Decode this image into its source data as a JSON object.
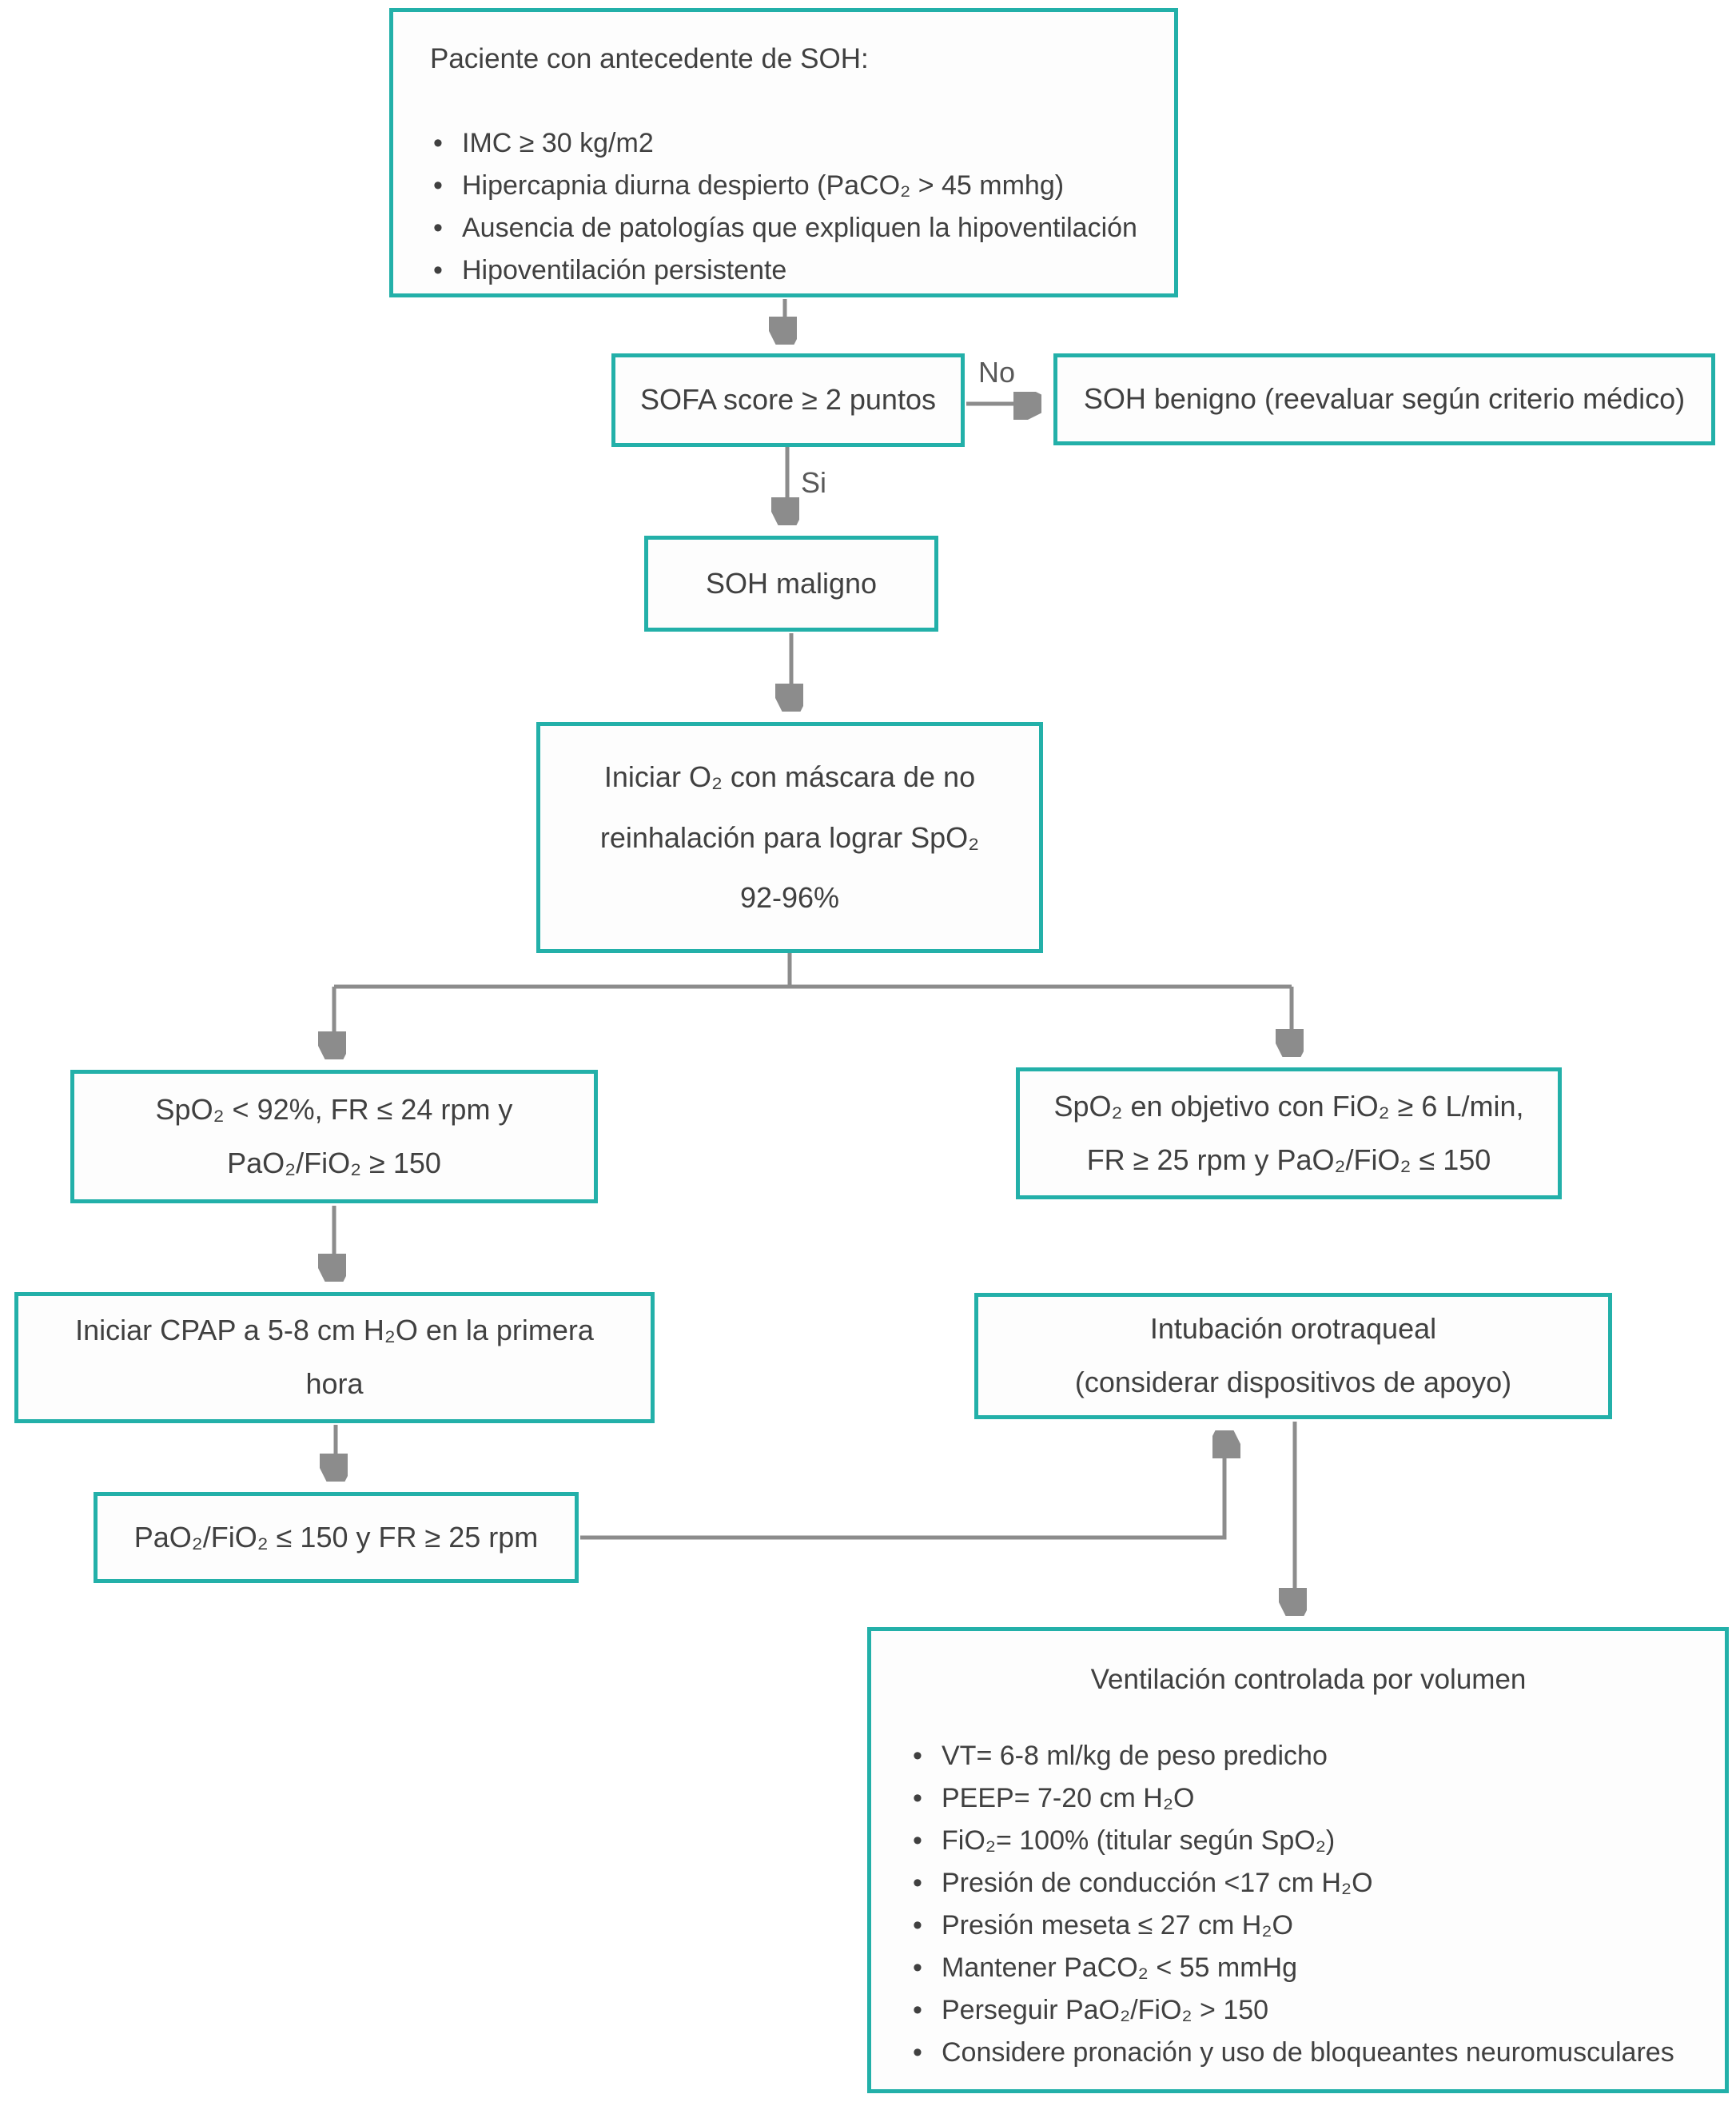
{
  "colors": {
    "box_border": "#23b0a9",
    "box_fill": "#fdfdfd",
    "arrow": "#8c8c8c",
    "text": "#404040",
    "edge_label": "#595959",
    "background": "#ffffff"
  },
  "edges": {
    "no_label": "No",
    "si_label": "Si"
  },
  "nodes": {
    "antecedente": {
      "title": "Paciente con antecedente de SOH:",
      "bullets": [
        "IMC ≥ 30 kg/m2",
        "Hipercapnia diurna despierto (PaCO₂ > 45 mmhg)",
        "Ausencia de patologías que expliquen la hipoventilación",
        "Hipoventilación persistente"
      ]
    },
    "sofa": {
      "label": "SOFA score ≥ 2 puntos"
    },
    "benigno": {
      "label": "SOH benigno (reevaluar según criterio médico)"
    },
    "maligno": {
      "label": "SOH maligno"
    },
    "oxigeno": {
      "label": "Iniciar O₂ con máscara de no\nreinhalación para lograr SpO₂\n92-96%"
    },
    "cond_izquierda": {
      "label": "SpO₂ < 92%, FR ≤ 24 rpm y\nPaO₂/FiO₂ ≥ 150"
    },
    "cond_derecha": {
      "label": "SpO₂ en objetivo con FiO₂ ≥ 6 L/min,\nFR ≥ 25 rpm y PaO₂/FiO₂ ≤ 150"
    },
    "cpap": {
      "label": "Iniciar CPAP a 5-8 cm H₂O en la primera\nhora"
    },
    "pao2_fio2": {
      "label": "PaO₂/FiO₂ ≤ 150 y FR ≥ 25 rpm"
    },
    "intubacion": {
      "label": "Intubación orotraqueal\n(considerar dispositivos de apoyo)"
    },
    "ventilacion": {
      "title": "Ventilación controlada por volumen",
      "bullets": [
        "VT= 6-8 ml/kg de peso predicho",
        "PEEP= 7-20 cm H₂O",
        "FiO₂= 100% (titular según SpO₂)",
        "Presión de conducción <17 cm H₂O",
        "Presión meseta ≤ 27 cm H₂O",
        "Mantener PaCO₂ < 55 mmHg",
        "Perseguir PaO₂/FiO₂ > 150",
        "Considere pronación y uso de bloqueantes neuromusculares"
      ]
    }
  }
}
